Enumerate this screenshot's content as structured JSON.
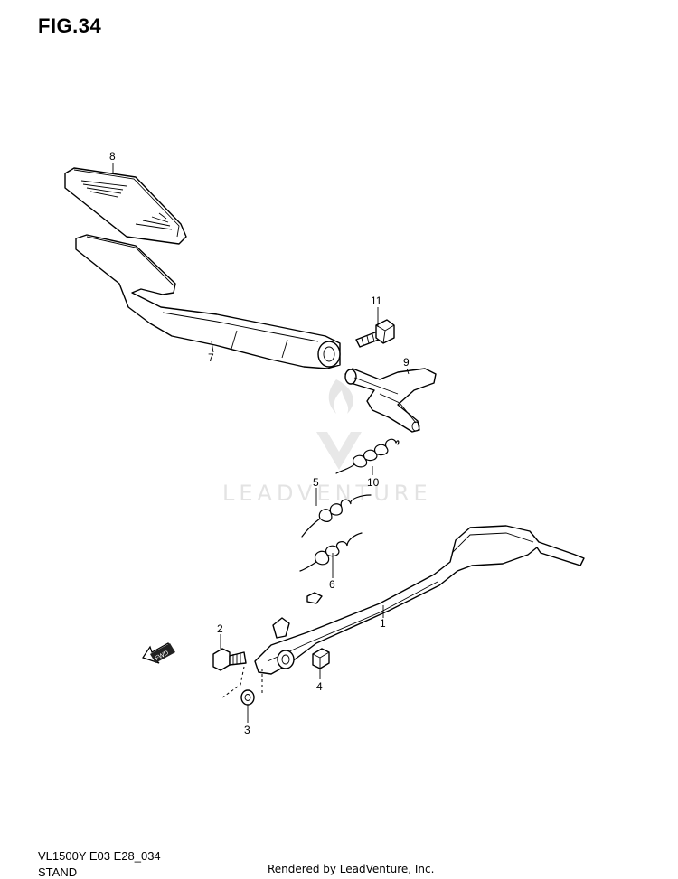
{
  "figure": {
    "title": "FIG.34"
  },
  "callouts": {
    "p1": "1",
    "p2": "2",
    "p3": "3",
    "p4": "4",
    "p5": "5",
    "p6": "6",
    "p7": "7",
    "p8": "8",
    "p9": "9",
    "p10": "10",
    "p11": "11"
  },
  "fwd_label": "FWD",
  "watermark": "LEADVENTURE",
  "footer": {
    "model_code": "VL1500Y E03 E28_034",
    "section": "STAND",
    "credit": "Rendered by LeadVenture, Inc."
  }
}
